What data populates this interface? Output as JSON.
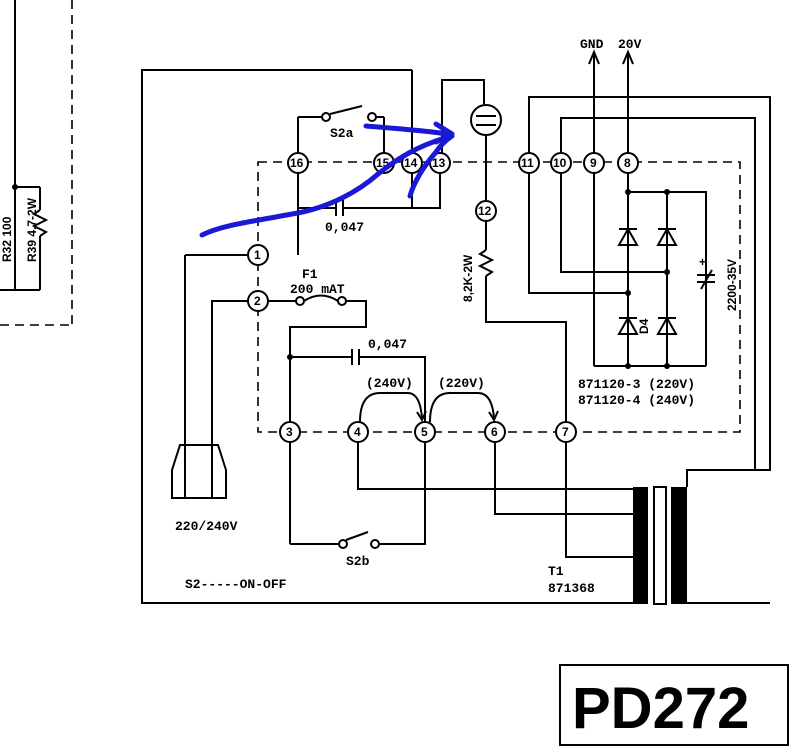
{
  "terminals": {
    "t1": "1",
    "t2": "2",
    "t3": "3",
    "t4": "4",
    "t5": "5",
    "t6": "6",
    "t7": "7",
    "t8": "8",
    "t9": "9",
    "t10": "10",
    "t11": "11",
    "t12": "12",
    "t13": "13",
    "t14": "14",
    "t15": "15",
    "t16": "16"
  },
  "labels": {
    "gnd": "GND",
    "v20": "20V",
    "s2a": "S2a",
    "s2b": "S2b",
    "cap_top": "0,047",
    "cap_mid": "0,047",
    "f1": "F1",
    "fuse": "200 mAT",
    "res": "8,2K-2W",
    "sel_240": "(240V)",
    "sel_220": "(220V)",
    "mains": "220/240V",
    "switch_note": "S2-----ON-OFF",
    "t1_name": "T1",
    "t1_part": "871368",
    "part_a": "871120-3 (220V)",
    "part_b": "871120-4 (240V)",
    "d4": "D4",
    "cap_elec": "2200-35V",
    "r32": "R32 100",
    "r39": "R39 4,7-2W",
    "stamp": "PD272"
  },
  "colors": {
    "ink": "#000000",
    "annotation": "#1a1ad6"
  }
}
